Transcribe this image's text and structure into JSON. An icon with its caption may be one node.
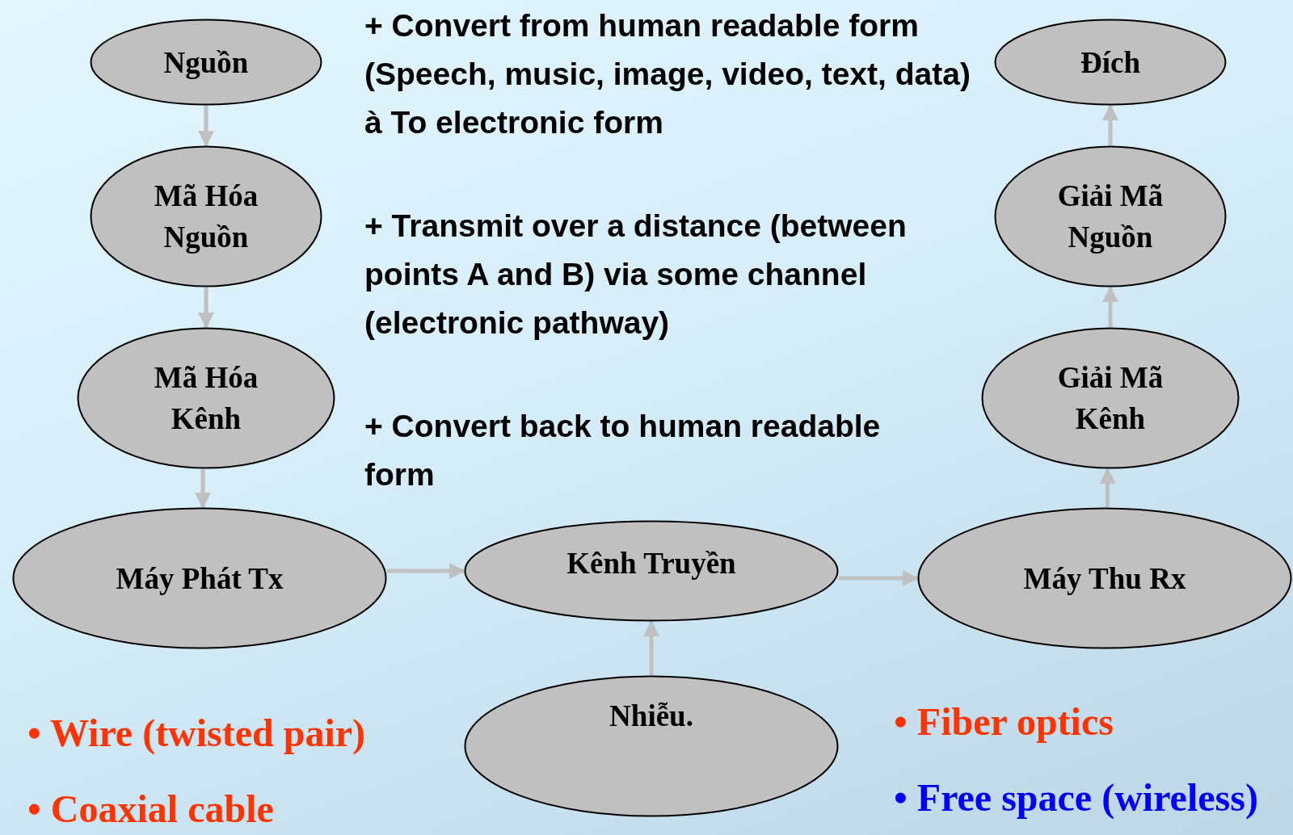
{
  "diagram": {
    "nodes": [
      {
        "text": [
          "Nguồn"
        ]
      },
      {
        "text": [
          "Mã Hóa Nguồn"
        ]
      },
      {
        "text": [
          "Mã Hóa Kênh"
        ]
      },
      {
        "text": [
          "Máy Phát Tx"
        ]
      },
      {
        "text": [
          "Kênh Truyền"
        ]
      },
      {
        "text": [
          "Nhiễu."
        ]
      },
      {
        "text": [
          "Máy Thu Rx"
        ]
      },
      {
        "text": [
          "Giải Mã Kênh"
        ]
      },
      {
        "text": [
          "Giải Mã Nguồn"
        ]
      },
      {
        "text": [
          "Đích"
        ]
      }
    ],
    "edges": [
      {
        "from": 0,
        "to": 1,
        "arrow": "to"
      },
      {
        "from": 1,
        "to": 2,
        "arrow": "to"
      },
      {
        "from": 2,
        "to": 3,
        "arrow": "to"
      },
      {
        "from": 3,
        "to": 4,
        "arrow": "to"
      },
      {
        "from": 4,
        "to": 6,
        "arrow": "to"
      },
      {
        "from": 5,
        "to": 4,
        "arrow": "to"
      },
      {
        "from": 6,
        "to": 7,
        "arrow": "to"
      },
      {
        "from": 7,
        "to": 8,
        "arrow": "to"
      },
      {
        "from": 8,
        "to": 9,
        "arrow": "to"
      }
    ],
    "labels": [
      "+ Convert from human readable form (Speech, music, image, video, text, data) à To electronic form",
      "+ Transmit over a distance (between points A and B) via some channel (electronic pathway)",
      "+ Convert back to human readable form",
      "• Wire (twisted pair)",
      "• Coaxial cable",
      "• Fiber optics",
      "• Free space (wireless)"
    ]
  }
}
